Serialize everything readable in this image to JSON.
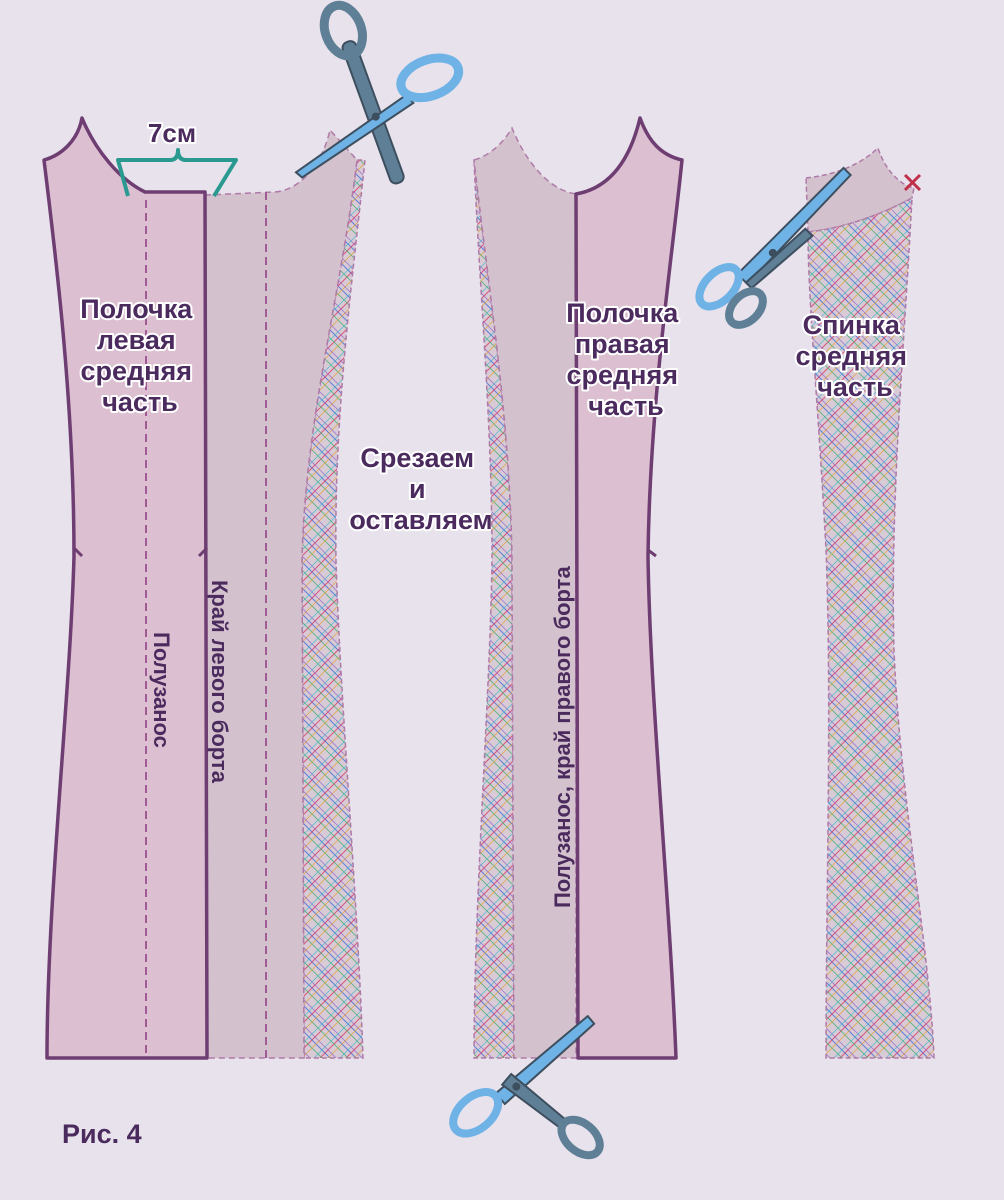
{
  "labels": {
    "measure": "7см",
    "left_piece": [
      "Полочка",
      "левая",
      "средняя",
      "часть"
    ],
    "right_piece": [
      "Полочка",
      "правая",
      "средняя",
      "часть"
    ],
    "back_piece": [
      "Спинка",
      "средняя",
      "часть"
    ],
    "cut_instruction": [
      "Срезаем",
      "и",
      "оставляем"
    ],
    "left_half_lap": "Полузанос",
    "left_edge": "Край левого борта",
    "right_lap_edge": "Полузанос, край правого борта",
    "figure_caption": "Рис. 4"
  },
  "colors": {
    "background": "#e7e2ec",
    "panel_pink": "#dcbfd1",
    "panel_grey": "#d3c2cd",
    "outline": "#6e3d72",
    "text": "#4b2a5e",
    "brace": "#2a9a90",
    "scissor_blade": "#6fb2e6",
    "scissor_handle": "#5f7f96",
    "cross_mark": "#c0304a"
  },
  "icons": [
    "scissors-icon",
    "brace-icon",
    "cross-mark-icon"
  ]
}
